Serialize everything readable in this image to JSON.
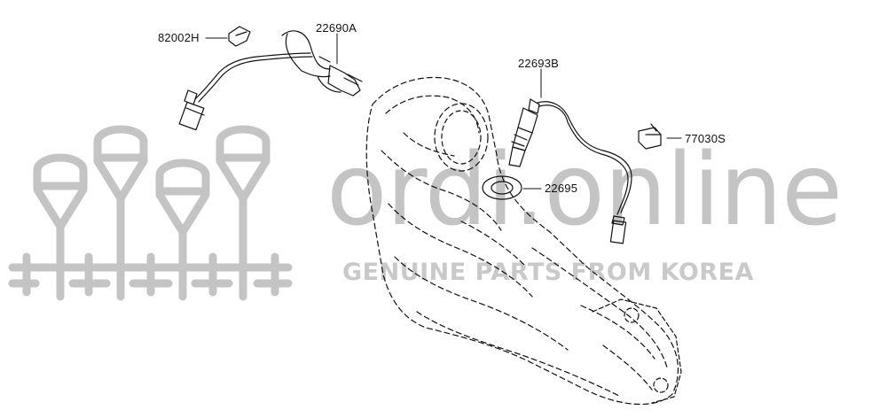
{
  "watermark": {
    "site_text": "ordi.online",
    "tagline": "GENUINE PARTS FROM KOREA",
    "logo_color": "#c4c4c4"
  },
  "callouts": [
    {
      "id": "82002H",
      "label": "82002H"
    },
    {
      "id": "22690A",
      "label": "22690A"
    },
    {
      "id": "22693B",
      "label": "22693B"
    },
    {
      "id": "77030S",
      "label": "77030S"
    },
    {
      "id": "22695",
      "label": "22695"
    }
  ],
  "colors": {
    "line": "#111111",
    "watermark": "#c4c4c4"
  }
}
